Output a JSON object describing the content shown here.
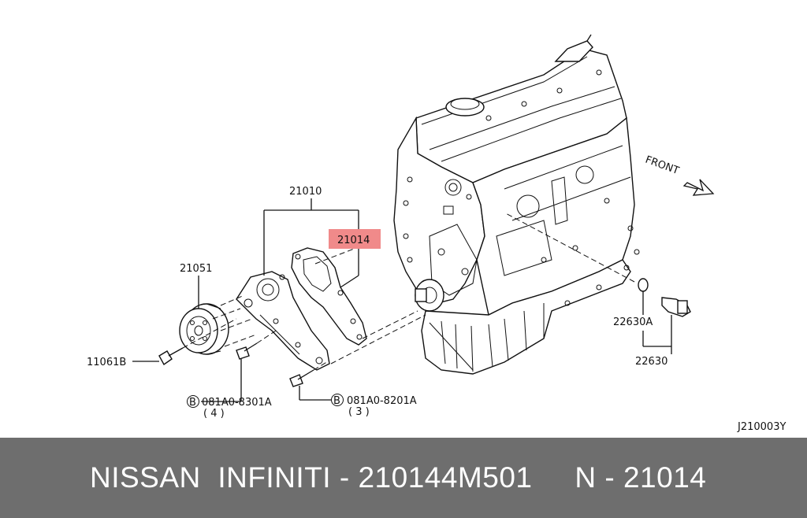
{
  "diagram": {
    "callouts": {
      "c21010": "21010",
      "c21014": "21014",
      "c21051": "21051",
      "c11061B": "11061B",
      "c22630A": "22630A",
      "c22630": "22630",
      "bolt1_code": "081A0-8301A",
      "bolt1_qty": "( 4 )",
      "bolt2_code": "081A0-8201A",
      "bolt2_qty": "( 3 )",
      "bolt_mark": "B",
      "front": "FRONT",
      "figure_code": "J210003Y"
    },
    "highlight_color": "#f08a8a"
  },
  "footer": {
    "text": "NISSAN  INFINITI - 210144M501     N - 21014",
    "background": "#6e6e6e"
  }
}
